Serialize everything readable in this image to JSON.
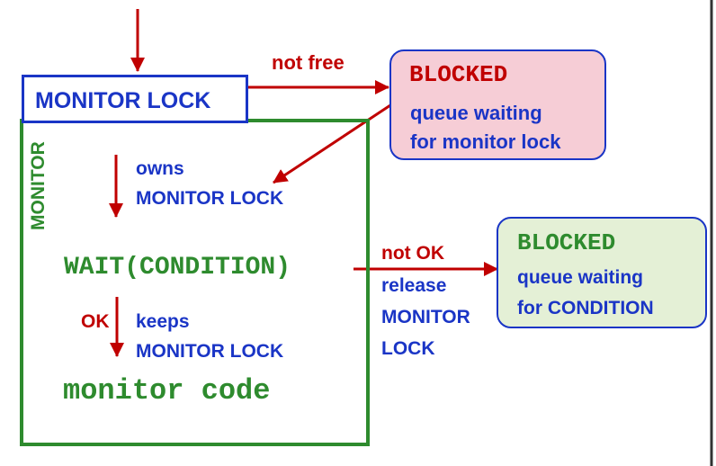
{
  "colors": {
    "arrow_red": "#c00000",
    "label_blue": "#1a35c6",
    "monitor_green": "#2e8b2e",
    "blocked_lock_fill": "#f6cdd6",
    "blocked_cond_fill": "#e4f0d6",
    "box_blue_border": "#1a35c6",
    "right_edge_line": "#333333"
  },
  "monitor_lock": {
    "label": "MONITOR LOCK"
  },
  "monitor": {
    "vertical_label": "MONITOR",
    "owns": "owns",
    "owns_lock": "MONITOR LOCK",
    "wait_condition": "WAIT(CONDITION)",
    "ok": "OK",
    "keeps": "keeps",
    "keeps_lock": "MONITOR LOCK",
    "monitor_code": "monitor code"
  },
  "edges": {
    "not_free": "not free",
    "not_ok": "not OK",
    "release_line1": "release",
    "release_line2": "MONITOR",
    "release_line3": "LOCK"
  },
  "blocked_lock_box": {
    "title": "BLOCKED",
    "line1": "queue waiting",
    "line2": "for monitor lock"
  },
  "blocked_condition_box": {
    "title": "BLOCKED",
    "line1": "queue waiting",
    "line2": "for CONDITION"
  }
}
